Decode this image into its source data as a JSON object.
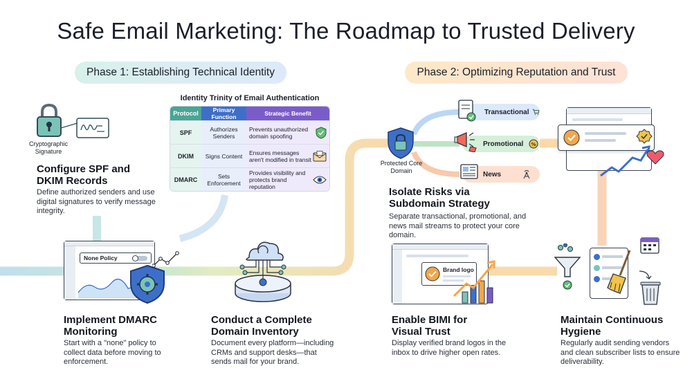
{
  "title": "Safe Email Marketing: The Roadmap to Trusted Delivery",
  "phases": [
    {
      "label": "Phase 1: Establishing Technical Identity"
    },
    {
      "label": "Phase 2: Optimizing Reputation and Trust"
    }
  ],
  "signature_label": "Cryptographic Signature",
  "trinity": {
    "title": "Identity Trinity of Email Authentication",
    "headers": [
      "Protocol",
      "Primary Function",
      "Strategic Benefit"
    ],
    "rows": [
      {
        "protocol": "SPF",
        "function": "Authorizes Senders",
        "benefit": "Prevents unauthorized domain spoofing"
      },
      {
        "protocol": "DKIM",
        "function": "Signs Content",
        "benefit": "Ensures messages aren't modified in transit"
      },
      {
        "protocol": "DMARC",
        "function": "Sets Enforcement",
        "benefit": "Provides visibility and protects brand reputation"
      }
    ]
  },
  "steps": [
    {
      "title": "Configure SPF and DKIM Records",
      "desc": "Define authorized senders and use digital signatures to verify message integrity."
    },
    {
      "title": "Implement DMARC Monitoring",
      "desc": "Start with a \"none\" policy to collect data before moving to enforcement."
    },
    {
      "title": "Conduct a Complete Domain Inventory",
      "desc": "Document every platform—including CRMs and support desks—that sends mail for your brand."
    },
    {
      "title": "Isolate Risks via Subdomain Strategy",
      "desc": "Separate transactional, promotional, and news mail streams to protect your core domain."
    },
    {
      "title": "Enable BIMI for Visual Trust",
      "desc": "Display verified brand logos in the inbox to drive higher open rates."
    },
    {
      "title": "Maintain Continuous Hygiene",
      "desc": "Regularly audit sending vendors and clean subscriber lists to ensure deliverability."
    }
  ],
  "dmarc_mock": {
    "policy_label": "None Policy"
  },
  "core_domain_label": "Protected Core Domain",
  "streams": [
    "Transactional",
    "Promotional",
    "News"
  ],
  "bimi_mock": {
    "logo_label": "Brand logo"
  },
  "colors": {
    "teal": "#5bb8a6",
    "blue": "#3d6fc9",
    "orange": "#f3a64a",
    "purple": "#7a5cc9",
    "path_green": "#bfe5c9",
    "path_orange": "#fad7a6"
  }
}
